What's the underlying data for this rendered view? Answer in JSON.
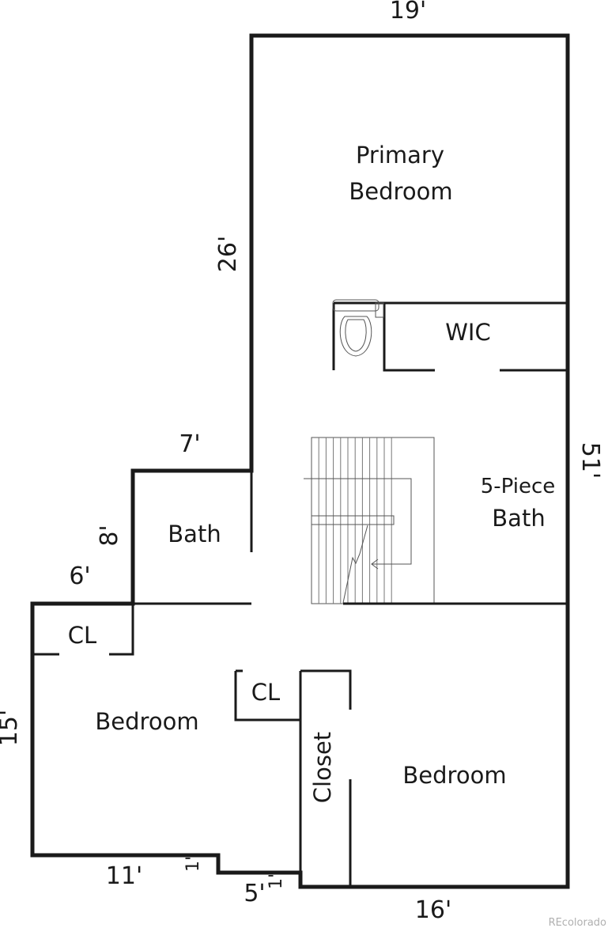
{
  "rooms": {
    "primary_line1": "Primary",
    "primary_line2": "Bedroom",
    "wic": "WIC",
    "five_piece_line1": "5-Piece",
    "five_piece_line2": "Bath",
    "bath": "Bath",
    "cl_upper": "CL",
    "cl_middle": "CL",
    "bedroom_left": "Bedroom",
    "closet": "Closet",
    "bedroom_right": "Bedroom"
  },
  "dimensions": {
    "top_width": "19'",
    "left_upper": "26'",
    "right_total": "51'",
    "step_7": "7'",
    "step_8": "8'",
    "step_6": "6'",
    "left_lower": "15'",
    "bottom_11": "11'",
    "bottom_1a": "1'",
    "bottom_5": "5'",
    "bottom_1b": "1'",
    "bottom_16": "16'"
  },
  "watermark": "REcolorado"
}
